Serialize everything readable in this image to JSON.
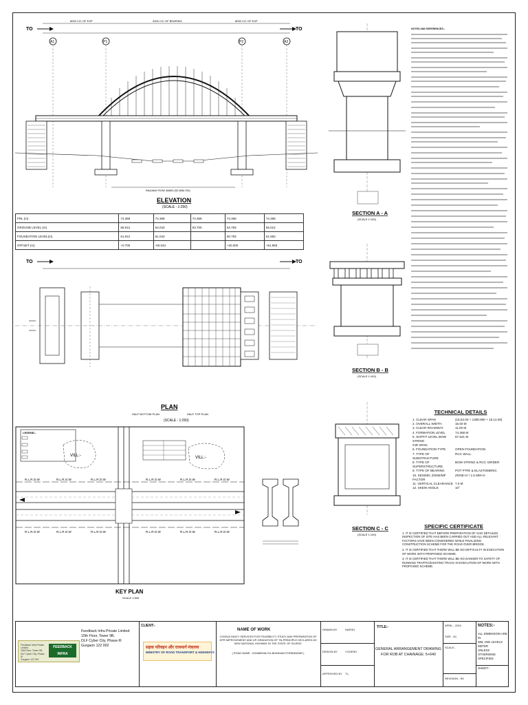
{
  "direction": {
    "to_left": "TO",
    "to_right": "TO"
  },
  "elevation": {
    "title": "ELEVATION",
    "scale": "(SCALE - 1:250)",
    "pier_labels": [
      "A1",
      "P1",
      "P2",
      "A2"
    ],
    "dims_top": [
      "8000 C/C OF EXP",
      "3000 C/C OF BEARING",
      "8000 C/C OF EXP"
    ],
    "rail_note": "RAILWAY ROW 48800 (52.85M ON)",
    "level_rows": [
      {
        "label": "FRL (m)",
        "values": [
          "74.368",
          "74.368",
          "74.368",
          "74.368",
          "74.368"
        ]
      },
      {
        "label": "GROUND LEVEL (m)",
        "values": [
          "65.912",
          "64.043",
          "63.700",
          "64.793",
          "65.012"
        ]
      },
      {
        "label": "FOUNDATION LEVEL(m)",
        "values": [
          "61.912",
          "61.043",
          "",
          "60.793",
          "61.583"
        ]
      },
      {
        "label": "OFFSET (m)",
        "values": [
          "+0.700",
          "-60.043",
          "",
          "+20.000",
          "+61.983"
        ]
      }
    ]
  },
  "plan": {
    "title": "PLAN",
    "scale": "(SCALE - 1:250)",
    "sub_labels": [
      "HALF BOTTOM PLAN",
      "HALF TOP PLAN"
    ]
  },
  "key_plan": {
    "title": "KEY PLAN",
    "scale": "SCALE 1:500",
    "village": "VILL:-",
    "row_marks": [
      "R.L.R.O.W"
    ],
    "legend_title": "LEGEND:-"
  },
  "sections": [
    {
      "title": "SECTION A - A",
      "scale": "(SCALE 1:100)"
    },
    {
      "title": "SECTION B - B",
      "scale": "(SCALE 1:100)"
    },
    {
      "title": "SECTION C - C",
      "scale": "(SCALE 1:100)"
    }
  ],
  "notes_header": "NOTES AND REFERENCES:-",
  "technical": {
    "title": "TECHNICAL DETAILS",
    "rows": [
      [
        "1. CLEAR SPAN",
        "(15.52.00 + 1308.900 + 15.12.00)"
      ],
      [
        "2. OVERALL WIDTH",
        "15.60 M"
      ],
      [
        "3. CLEAR ROADWAY",
        "11.00 M"
      ],
      [
        "4. FORMATION LEVEL",
        "74.368 M"
      ],
      [
        "5. SOFFIT LEVEL BOW STRING",
        "67.521 M"
      ],
      [
        "   GIR SPAN",
        ""
      ],
      [
        "6. FOUNDATION TYPE",
        "OPEN FOUNDATION"
      ],
      [
        "7. TYPE OF SUBSTRUCTURE",
        "RCC WALL"
      ],
      [
        "8. TYPE OF SUPERSTRUCTURE",
        "BOW STRING & RCC GIRDER"
      ],
      [
        "9. TYPE OF BEARING",
        "POT PTFE & ELASTOMERIC"
      ],
      [
        "10. SEISMIC ZONE/MF FACTOR",
        "ZONE-IV / 1.5 MM-VI"
      ],
      [
        "11. VERTICAL CLEARANCE",
        "7.0 M"
      ],
      [
        "12. SKEW ANGLE",
        "10°"
      ]
    ]
  },
  "specific": {
    "title": "SPECIFIC CERTIFICATE",
    "items": [
      "1. IT IS CERTIFIED THAT BEFORE PREPARATION OF GAD DETAILED INSPECTION OF SITE HAS BEEN CARRIED OUT AND ALL RELEVANT FACTORS HAVE BEEN CONSIDERED WHILE FINALIZING CONSTRUCTION SCHEME FOR THE ROAD OVER BRIDGE.",
      "2. IT IS CERTIFIED THAT THERE WILL BE NO DIFFICULTY IN EXECUTION OF WORK WITH PROPOSED SCHEME.",
      "3. IT IS CERTIFIED THAT THERE WILL BE NO DANGER TO SAFETY OF RUNNING TRAFFIC/EXISTING TRACK IN EXECUTION OF WORK WITH PROPOSED SCHEME."
    ]
  },
  "title_block": {
    "logo_company_lines": [
      "Feedback Infra Private Limited",
      "15th Floor, Tower 9B,",
      "DLF Cyber City, Phase-III",
      "Gurgaon 122 002"
    ],
    "logo_brand": "FEEDBACK INFRA",
    "company_lines": [
      "Feedback Infra Private Limited",
      "15th Floor, Tower 9B,",
      "DLF Cyber City, Phase-III",
      "Gurgaon 122 002"
    ],
    "client_label": "CLIENT:-",
    "ministry_hindi": "सड़क परिवहन और राजमार्ग मंत्रालय",
    "ministry_english": "MINISTRY OF ROAD TRANSPORT & HIGHWAYS",
    "name_of_work_label": "NAME OF WORK",
    "name_of_work": "CONSULTANCY SERVICES FOR FEASIBILITY STUDY AND PREPARATION OF DPR IMPROVEMENT AND UP-GRADATION OF \"IN-PRINCIPLE DECLARED AS NEW NATIONAL HIGHWAY IN THE STATE OF GUJRAT.",
    "road_name": "( ROAD NAME - KHAMBHALIYA-BHANVAD-PORBANDAR )",
    "roles": [
      {
        "label": "DRAWN BY",
        "name": "HARSH"
      },
      {
        "label": "DESIGN BY",
        "name": "YOGESH"
      },
      {
        "label": "APPROVED BY",
        "name": "T.L."
      }
    ],
    "title_label": "TITLE:-",
    "drawing_title_1": "GENERAL ARRANGEMENT DRAWING",
    "drawing_title_2": "FOR ROB AT CHAINAGE: 5+640",
    "date": "APRIL - 2024",
    "size": "SIZE - A1",
    "scale_label": "SCALE:-",
    "revision": "REVISION - R0",
    "notes_label": "NOTES:-",
    "notes_text": [
      "ALL DIMENSION ARE IN",
      "MM, AND LEVELS METER",
      "UNLESS OTHERWISE",
      "SPECIFIED"
    ],
    "sheet_label": "SHEET:-"
  }
}
